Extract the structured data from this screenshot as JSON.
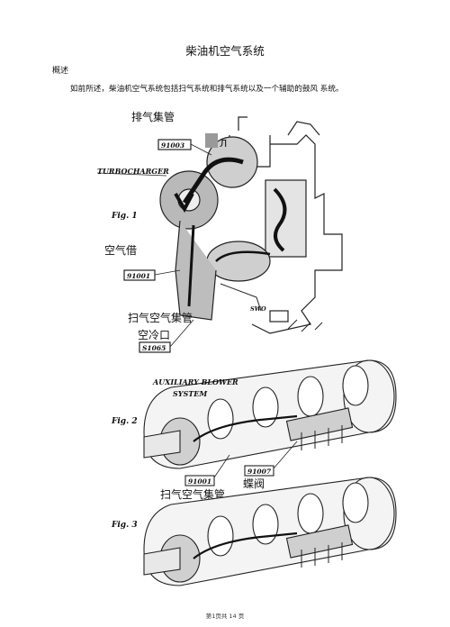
{
  "document": {
    "title": "柴油机空气系统",
    "section_heading": "概述",
    "intro": "如前所述，柴油机空气系统包括扫气系统和排气系统以及一个辅助的鼓风 系统。",
    "footer": "第1页共 14 页"
  },
  "figure1": {
    "caption": "Fig. 1",
    "labels": {
      "turbocharger": "TURBOCHARGER",
      "exhaust_manifold_cn": "排气集管",
      "code_91003": "91003",
      "char_ji": "Л",
      "air_intake_cn": "空气借",
      "code_91001": "91001",
      "scavenge_manifold_cn": "扫气空气集管",
      "cooler_cn": "空冷口",
      "code_51065": "S1065",
      "code_swo": "SWO"
    }
  },
  "figure2": {
    "caption": "Fig. 2",
    "title_line1": "AUXILIARY BLOWER",
    "title_line2": "SYSTEM",
    "code_91001": "91001",
    "code_91007": "91007",
    "butterfly_valve_cn": "蝶阀",
    "scavenge_manifold_cn": "扫气空气集管"
  },
  "figure3": {
    "caption": "Fig. 3"
  }
}
